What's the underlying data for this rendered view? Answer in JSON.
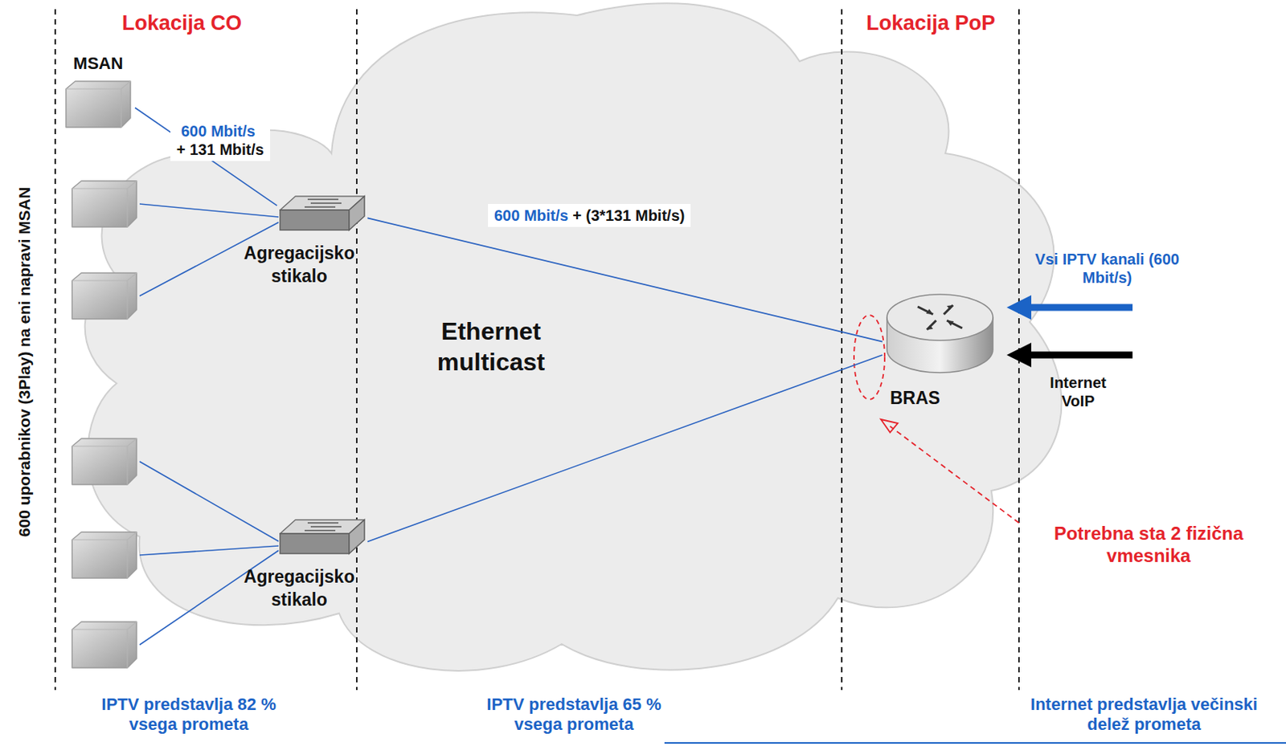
{
  "diagram": {
    "nodes": [
      {
        "text": [
          "Ethernet multicast"
        ]
      },
      {
        "text": [
          "MSAN"
        ]
      },
      {
        "text": [
          "Agregacijsko stikalo"
        ],
        "in": 0
      },
      {
        "text": [
          "Agregacijsko stikalo"
        ],
        "in": 0
      },
      {
        "text": [
          "BRAS"
        ],
        "in": 0
      }
    ],
    "edges": [
      {
        "from": 1,
        "to": 2,
        "arrow": "none",
        "label": "600 Mbit/s + 131 Mbit/s"
      },
      {
        "from": 2,
        "to": 4,
        "arrow": "none",
        "label": "600 Mbit/s + (3*131 Mbit/s)"
      },
      {
        "from": 3,
        "to": 4,
        "arrow": "none"
      }
    ],
    "labels": [
      "Lokacija CO",
      "Lokacija PoP",
      "600 uporabnikov (3Play) na eni napravi MSAN",
      "Vsi IPTV kanali (600 Mbit/s)",
      "Internet VoIP",
      "Potrebna sta 2 fizična vmesnika",
      "IPTV predstavlja 82 % vsega prometa",
      "IPTV predstavlja 65 % vsega prometa",
      "Internet predstavlja večinski delež prometa"
    ]
  }
}
